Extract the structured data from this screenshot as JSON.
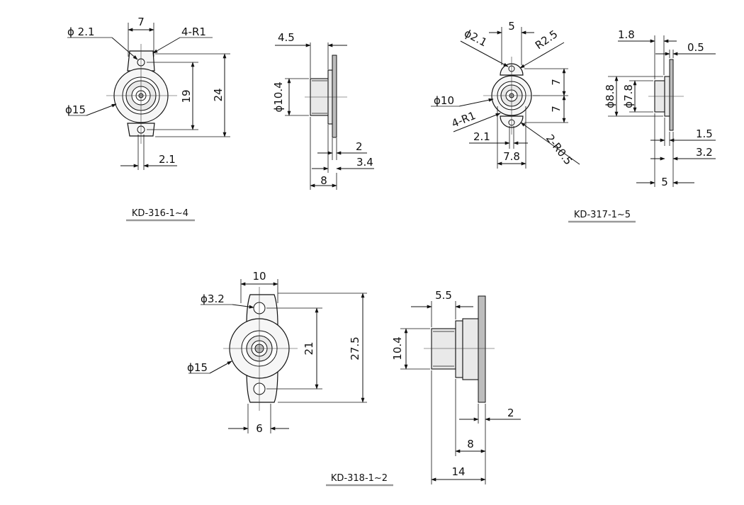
{
  "kd316": {
    "front": {
      "hole_dia": "ϕ 2.1",
      "width_top": "7",
      "corner_r": "4-R1",
      "flange_dia": "ϕ15",
      "hole_pitch": "19",
      "overall_h": "24",
      "slot_w": "2.1"
    },
    "side": {
      "top_w": "4.5",
      "boss_dia": "ϕ10.4",
      "flange_t": "2",
      "step": "3.4",
      "overall_l": "8"
    },
    "caption": "KD-316-1~4"
  },
  "kd317": {
    "front": {
      "hole_dia": "ϕ2.1",
      "width_top": "5",
      "end_r": "R2.5",
      "body_dia": "ϕ10",
      "half_h_top": "7",
      "half_h_bot": "7",
      "corner_r": "4-R1",
      "slot_w": "2.1",
      "body_w": "7.8",
      "notch_r": "2-R0.5"
    },
    "side": {
      "top_w": "1.8",
      "top_t": "0.5",
      "dia_outer": "ϕ8.8",
      "dia_inner": "ϕ7.8",
      "flange_t": "1.5",
      "step": "3.2",
      "overall_l": "5"
    },
    "caption": "KD-317-1~5"
  },
  "kd318": {
    "front": {
      "width_top": "10",
      "hole_dia": "ϕ3.2",
      "flange_dia": "ϕ15",
      "hole_pitch": "21",
      "overall_h": "27.5",
      "bottom_w": "6"
    },
    "side": {
      "top_w": "5.5",
      "boss_dia": "10.4",
      "flange_t": "2",
      "step": "8",
      "overall_l": "14"
    },
    "caption": "KD-318-1~2"
  }
}
